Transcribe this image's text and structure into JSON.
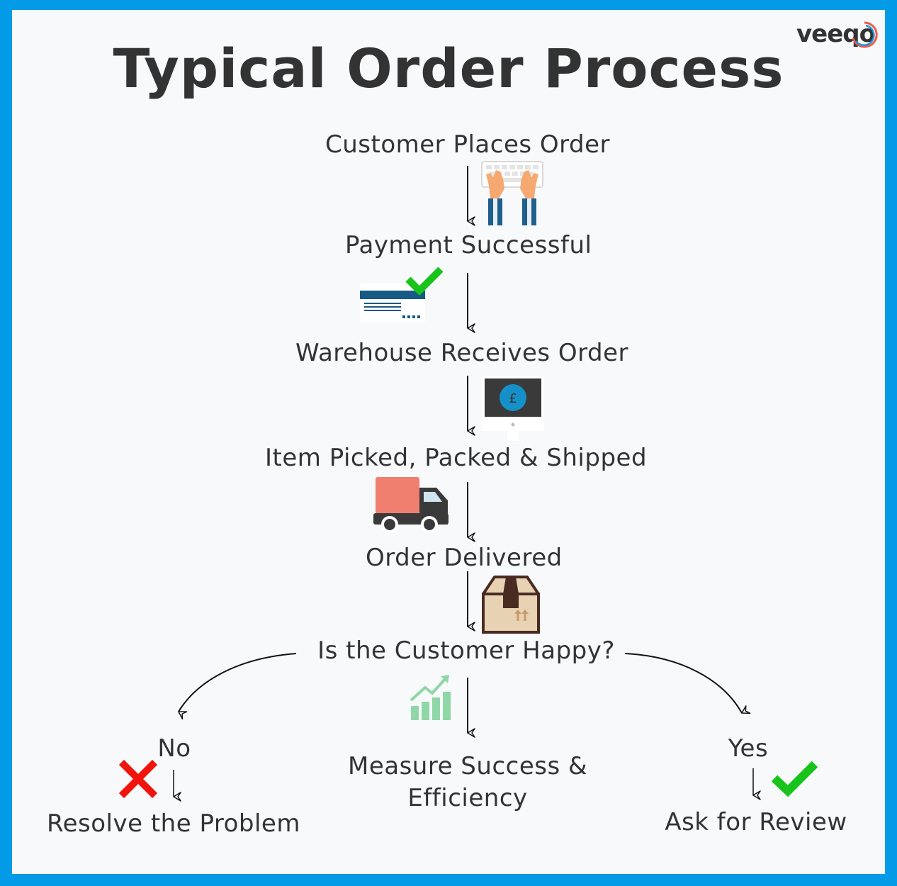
{
  "logo": {
    "text": "veeqo"
  },
  "title": "Typical Order Process",
  "steps": {
    "customer_places_order": "Customer Places Order",
    "payment_successful": "Payment Successful",
    "warehouse_receives_order": "Warehouse Receives Order",
    "item_picked_packed_shipped": "Item Picked, Packed & Shipped",
    "order_delivered": "Order Delivered",
    "is_customer_happy": "Is the Customer Happy?",
    "no": "No",
    "yes": "Yes",
    "resolve_problem": "Resolve the Problem",
    "measure_line1": "Measure Success &",
    "measure_line2": "Efficiency",
    "ask_for_review": "Ask for Review"
  },
  "icons": {
    "typing": "keyboard-hands-icon",
    "payment": "credit-card-check-icon",
    "monitor": "monitor-pound-icon",
    "truck": "delivery-truck-icon",
    "box": "parcel-box-icon",
    "chart": "growth-chart-icon",
    "cross": "red-cross-icon",
    "check": "green-check-icon"
  },
  "colors": {
    "border": "#039be8",
    "text": "#333333",
    "check_green": "#18c41b",
    "cross_red": "#f0140c",
    "card_blue": "#145a84",
    "truck_salmon": "#f07f70",
    "monitor_blue": "#1690c8",
    "chart_green": "#8fd7a6"
  }
}
